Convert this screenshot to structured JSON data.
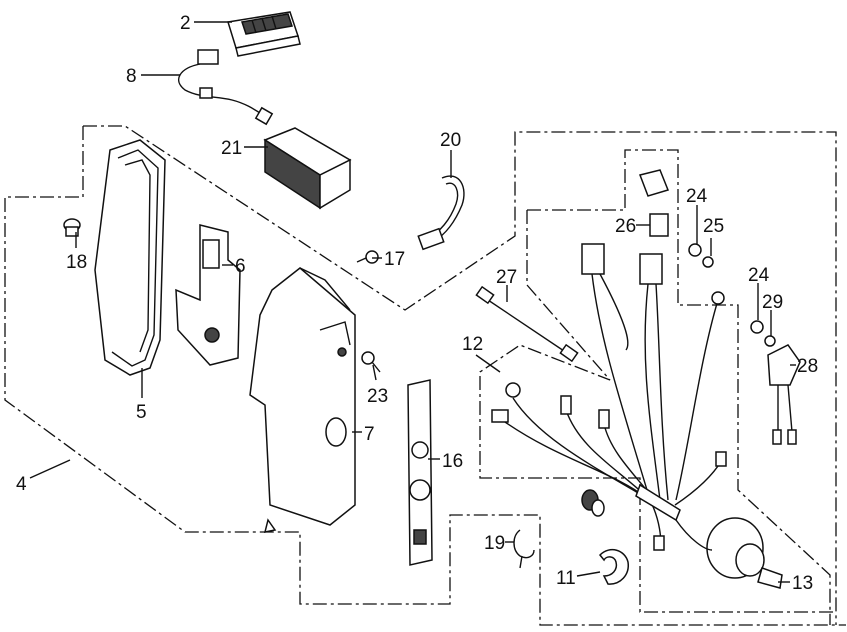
{
  "diagram": {
    "callouts": [
      {
        "id": "p2",
        "label": "2"
      },
      {
        "id": "p8",
        "label": "8"
      },
      {
        "id": "p21",
        "label": "21"
      },
      {
        "id": "p20",
        "label": "20"
      },
      {
        "id": "p18",
        "label": "18"
      },
      {
        "id": "p6",
        "label": "6"
      },
      {
        "id": "p17",
        "label": "17"
      },
      {
        "id": "p27",
        "label": "27"
      },
      {
        "id": "p26",
        "label": "26"
      },
      {
        "id": "p24a",
        "label": "24"
      },
      {
        "id": "p25",
        "label": "25"
      },
      {
        "id": "p24b",
        "label": "24"
      },
      {
        "id": "p29",
        "label": "29"
      },
      {
        "id": "p28",
        "label": "28"
      },
      {
        "id": "p12",
        "label": "12"
      },
      {
        "id": "p5",
        "label": "5"
      },
      {
        "id": "p23",
        "label": "23"
      },
      {
        "id": "p7",
        "label": "7"
      },
      {
        "id": "p16",
        "label": "16"
      },
      {
        "id": "p4",
        "label": "4"
      },
      {
        "id": "p19",
        "label": "19"
      },
      {
        "id": "p11",
        "label": "11"
      },
      {
        "id": "p13",
        "label": "13"
      }
    ]
  }
}
